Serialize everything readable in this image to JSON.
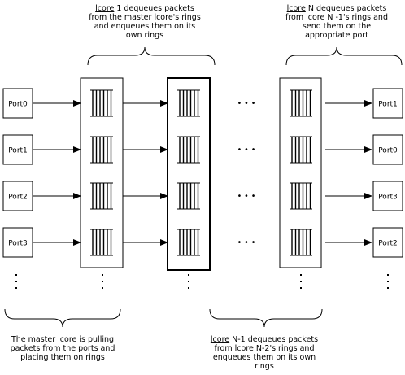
{
  "top_left_note": {
    "lines": [
      [
        {
          "t": "lcore",
          "u": true
        },
        {
          "t": " 1 dequeues  packets",
          "u": false
        }
      ],
      [
        {
          "t": "from the master lcore's rings",
          "u": false
        }
      ],
      [
        {
          "t": "and enqueues them on its",
          "u": false
        }
      ],
      [
        {
          "t": "own rings",
          "u": false
        }
      ]
    ]
  },
  "top_right_note": {
    "lines": [
      [
        {
          "t": "lcore",
          "u": true
        },
        {
          "t": " N dequeues packets",
          "u": false
        }
      ],
      [
        {
          "t": "from lcore N -1's rings and",
          "u": false
        }
      ],
      [
        {
          "t": "send them on the",
          "u": false
        }
      ],
      [
        {
          "t": "appropriate  port",
          "u": false
        }
      ]
    ]
  },
  "bottom_left_note": {
    "lines": [
      [
        {
          "t": "The master lcore is pulling",
          "u": false
        }
      ],
      [
        {
          "t": "packets from the ports and",
          "u": false
        }
      ],
      [
        {
          "t": "placing them on rings",
          "u": false
        }
      ]
    ]
  },
  "bottom_right_note": {
    "lines": [
      [
        {
          "t": "lcore",
          "u": true
        },
        {
          "t": " N-1 dequeues packets",
          "u": false
        }
      ],
      [
        {
          "t": "from lcore N-2's rings and",
          "u": false
        }
      ],
      [
        {
          "t": "enqueues  them on its own",
          "u": false
        }
      ],
      [
        {
          "t": "rings",
          "u": false
        }
      ]
    ]
  },
  "input_ports": [
    "Port0",
    "Port1",
    "Port2",
    "Port3"
  ],
  "output_ports": [
    "Port1",
    "Port0",
    "Port3",
    "Port2"
  ],
  "ellipsis_symbol": "• • •"
}
